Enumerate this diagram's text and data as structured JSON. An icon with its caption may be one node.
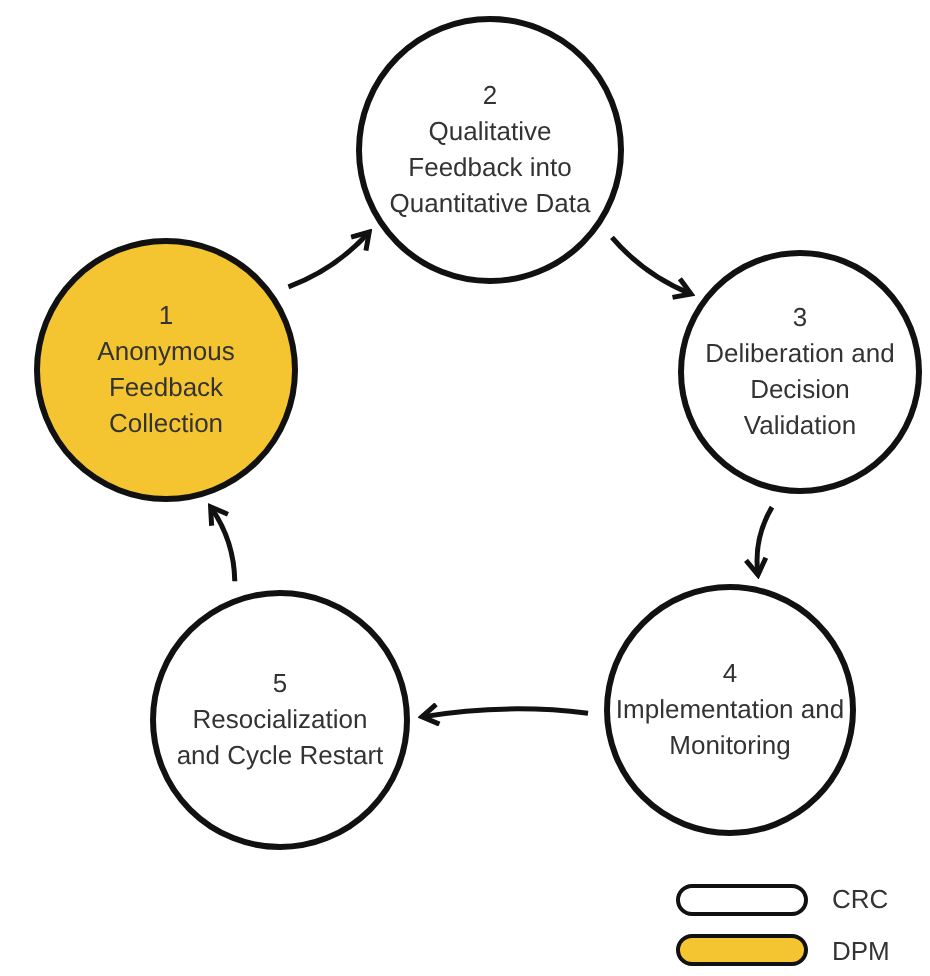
{
  "diagram": {
    "nodes": [
      {
        "text": [
          "1",
          "Anonymous Feedback Collection"
        ]
      },
      {
        "text": [
          "2",
          "Qualitative Feedback into Quantitative Data"
        ]
      },
      {
        "text": [
          "3",
          "Deliberation and Decision Validation"
        ]
      },
      {
        "text": [
          "4",
          "Implementation and Monitoring"
        ]
      },
      {
        "text": [
          "5",
          "Resocialization and Cycle Restart"
        ]
      }
    ],
    "edges": [
      {
        "from": 0,
        "to": 1,
        "arrow": "to"
      },
      {
        "from": 1,
        "to": 2,
        "arrow": "to"
      },
      {
        "from": 2,
        "to": 3,
        "arrow": "to"
      },
      {
        "from": 3,
        "to": 4,
        "arrow": "to"
      },
      {
        "from": 4,
        "to": 0,
        "arrow": "to"
      }
    ],
    "legend": [
      {
        "text": "CRC",
        "color": "#ffffff"
      },
      {
        "text": "DPM",
        "color": "#f5c431"
      }
    ]
  }
}
